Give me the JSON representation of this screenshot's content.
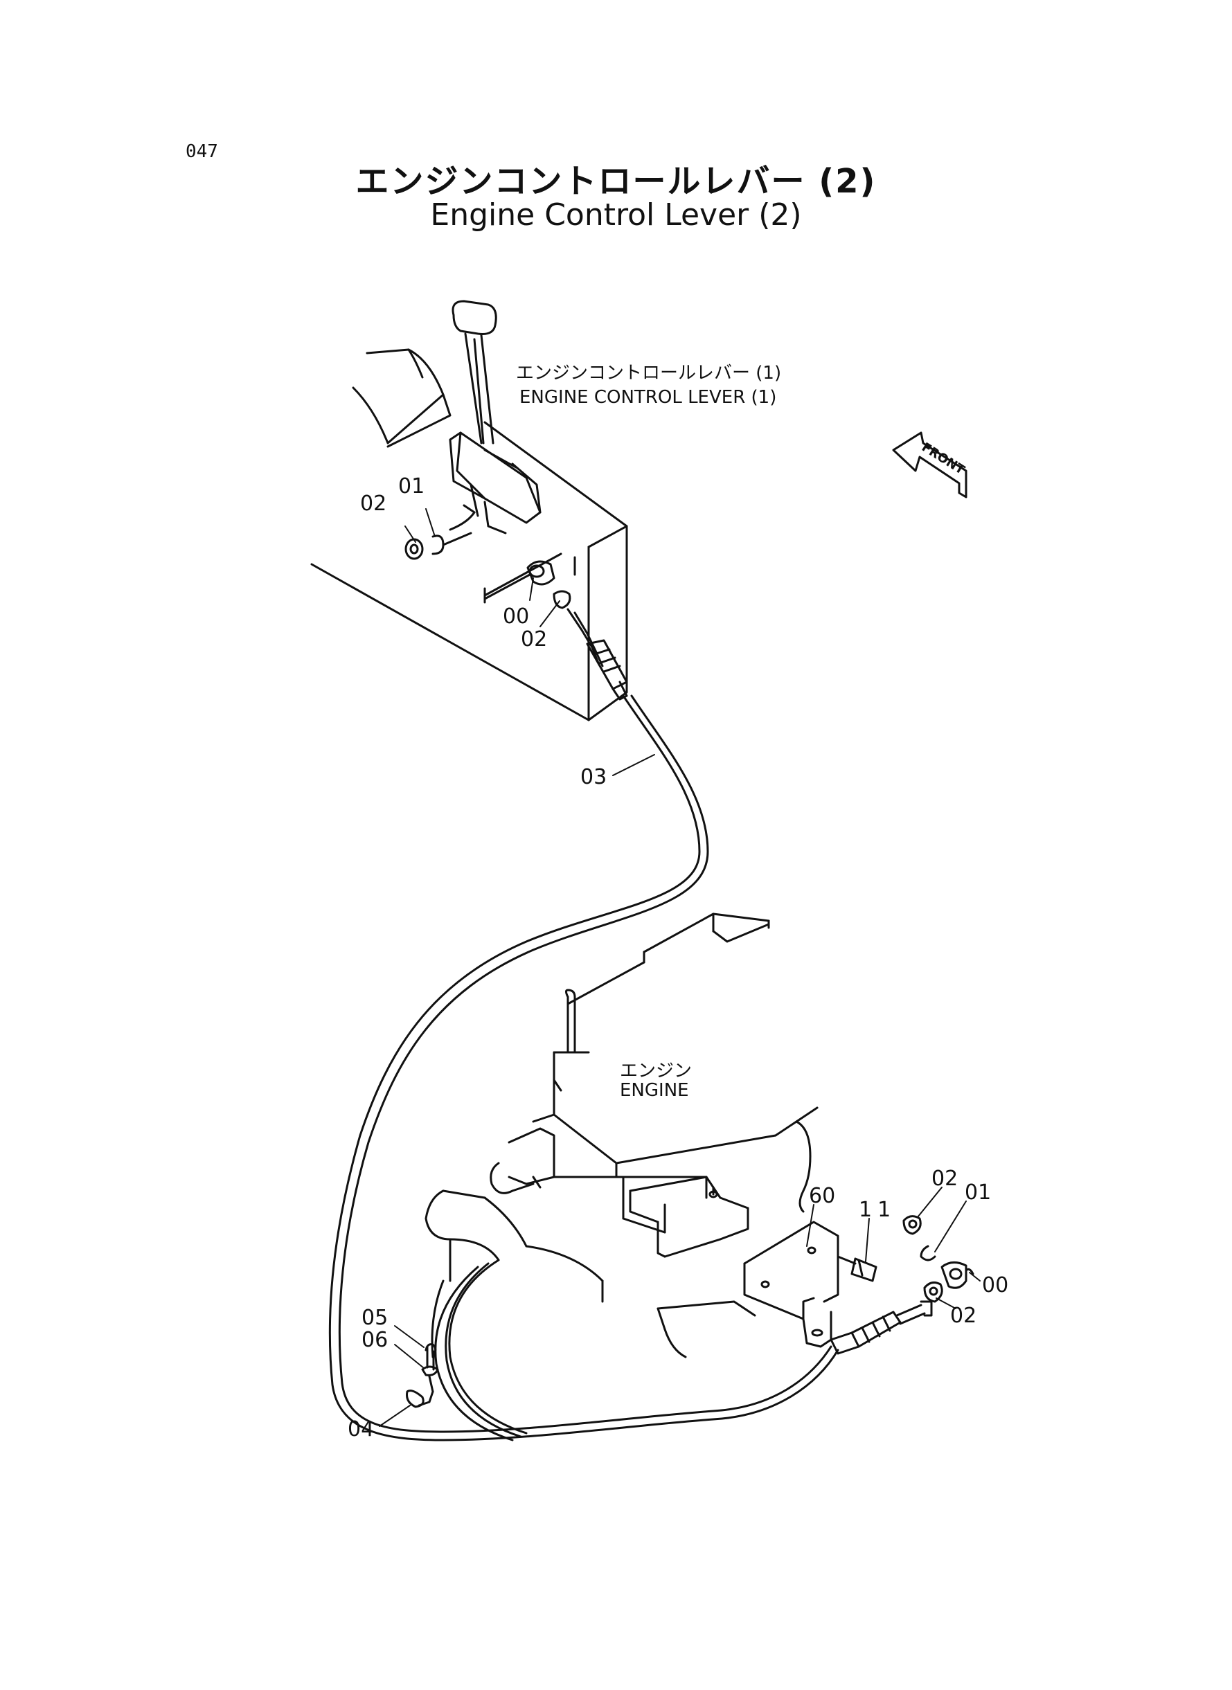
{
  "page_number": "047",
  "title": {
    "japanese": "エンジンコントロールレバー (2)",
    "english": "Engine Control Lever (2)"
  },
  "labels": {
    "lever1_jp": "エンジンコントロールレバー (1)",
    "lever1_en": "ENGINE CONTROL LEVER (1)",
    "engine_jp": "エンジン",
    "engine_en": "ENGINE",
    "front": "FRONT"
  },
  "callouts": {
    "upper_01": "01",
    "upper_02_left": "02",
    "upper_00": "00",
    "upper_02_bottom": "02",
    "cable_03": "03",
    "clamp_04": "04",
    "bolt_05": "05",
    "washer_06": "06",
    "bracket_60": "60",
    "bolt_11": "11",
    "lower_02_top": "02",
    "lower_01": "01",
    "lower_00": "00",
    "lower_02_bottom": "02"
  }
}
